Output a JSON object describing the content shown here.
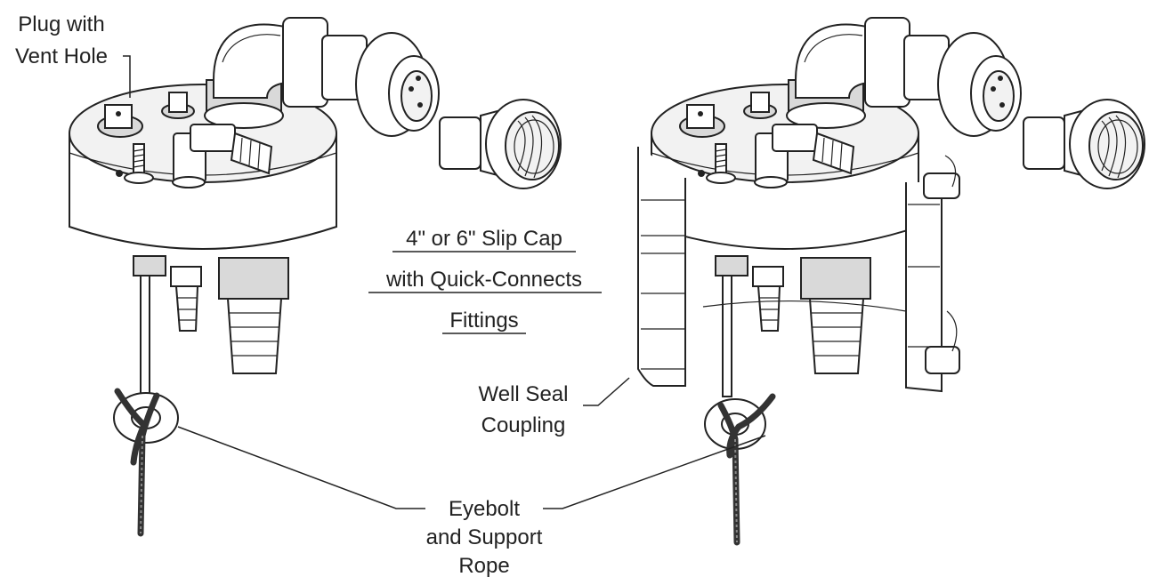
{
  "labels": {
    "plug_vent_line1": "Plug with",
    "plug_vent_line2": "Vent Hole",
    "title_line1": "4\" or 6\" Slip Cap",
    "title_line2": "with Quick-Connects",
    "title_line3": "Fittings",
    "well_seal_line1": "Well Seal",
    "well_seal_line2": "Coupling",
    "eyebolt_line1": "Eyebolt",
    "eyebolt_line2": "and Support",
    "eyebolt_line3": "Rope"
  },
  "colors": {
    "ink": "#222222",
    "rope": "#333333",
    "background": "#ffffff"
  }
}
